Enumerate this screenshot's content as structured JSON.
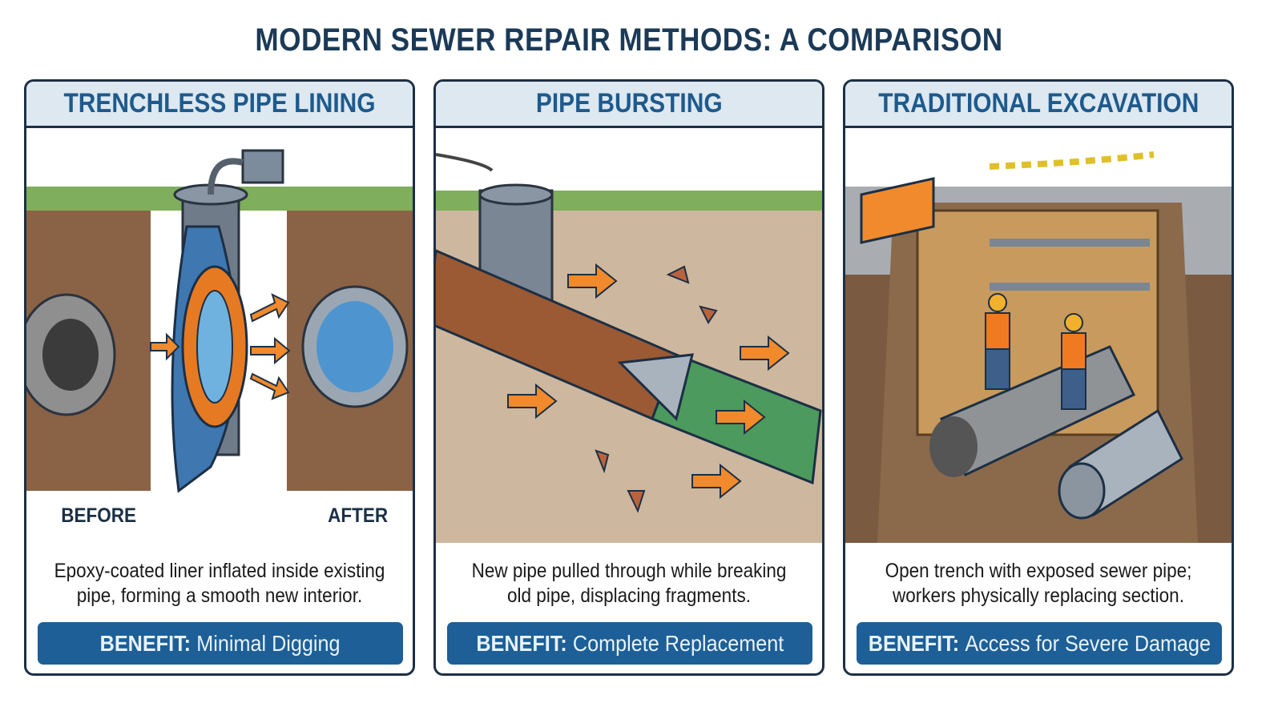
{
  "title": "MODERN SEWER REPAIR METHODS: A COMPARISON",
  "panels": [
    {
      "heading": "TRENCHLESS PIPE LINING",
      "before_label": "BEFORE",
      "after_label": "AFTER",
      "description_line1": "Epoxy-coated liner inflated inside existing",
      "description_line2": "pipe, forming a smooth new interior.",
      "benefit_label": "BENEFIT:",
      "benefit_value": "Minimal Digging"
    },
    {
      "heading": "PIPE BURSTING",
      "description_line1": "New pipe pulled through while breaking",
      "description_line2": "old pipe, displacing fragments.",
      "benefit_label": "BENEFIT:",
      "benefit_value": "Complete Replacement"
    },
    {
      "heading": "TRADITIONAL EXCAVATION",
      "description_line1": "Open trench with exposed sewer pipe;",
      "description_line2": "workers physically replacing section.",
      "benefit_label": "BENEFIT:",
      "benefit_value": "Access for Severe Damage"
    }
  ],
  "colors": {
    "header_bg": "#dde8f1",
    "heading": "#1e5a8c",
    "benefit_bg": "#1d5f96",
    "border": "#1c2f45",
    "arrow": "#f08a2c"
  }
}
